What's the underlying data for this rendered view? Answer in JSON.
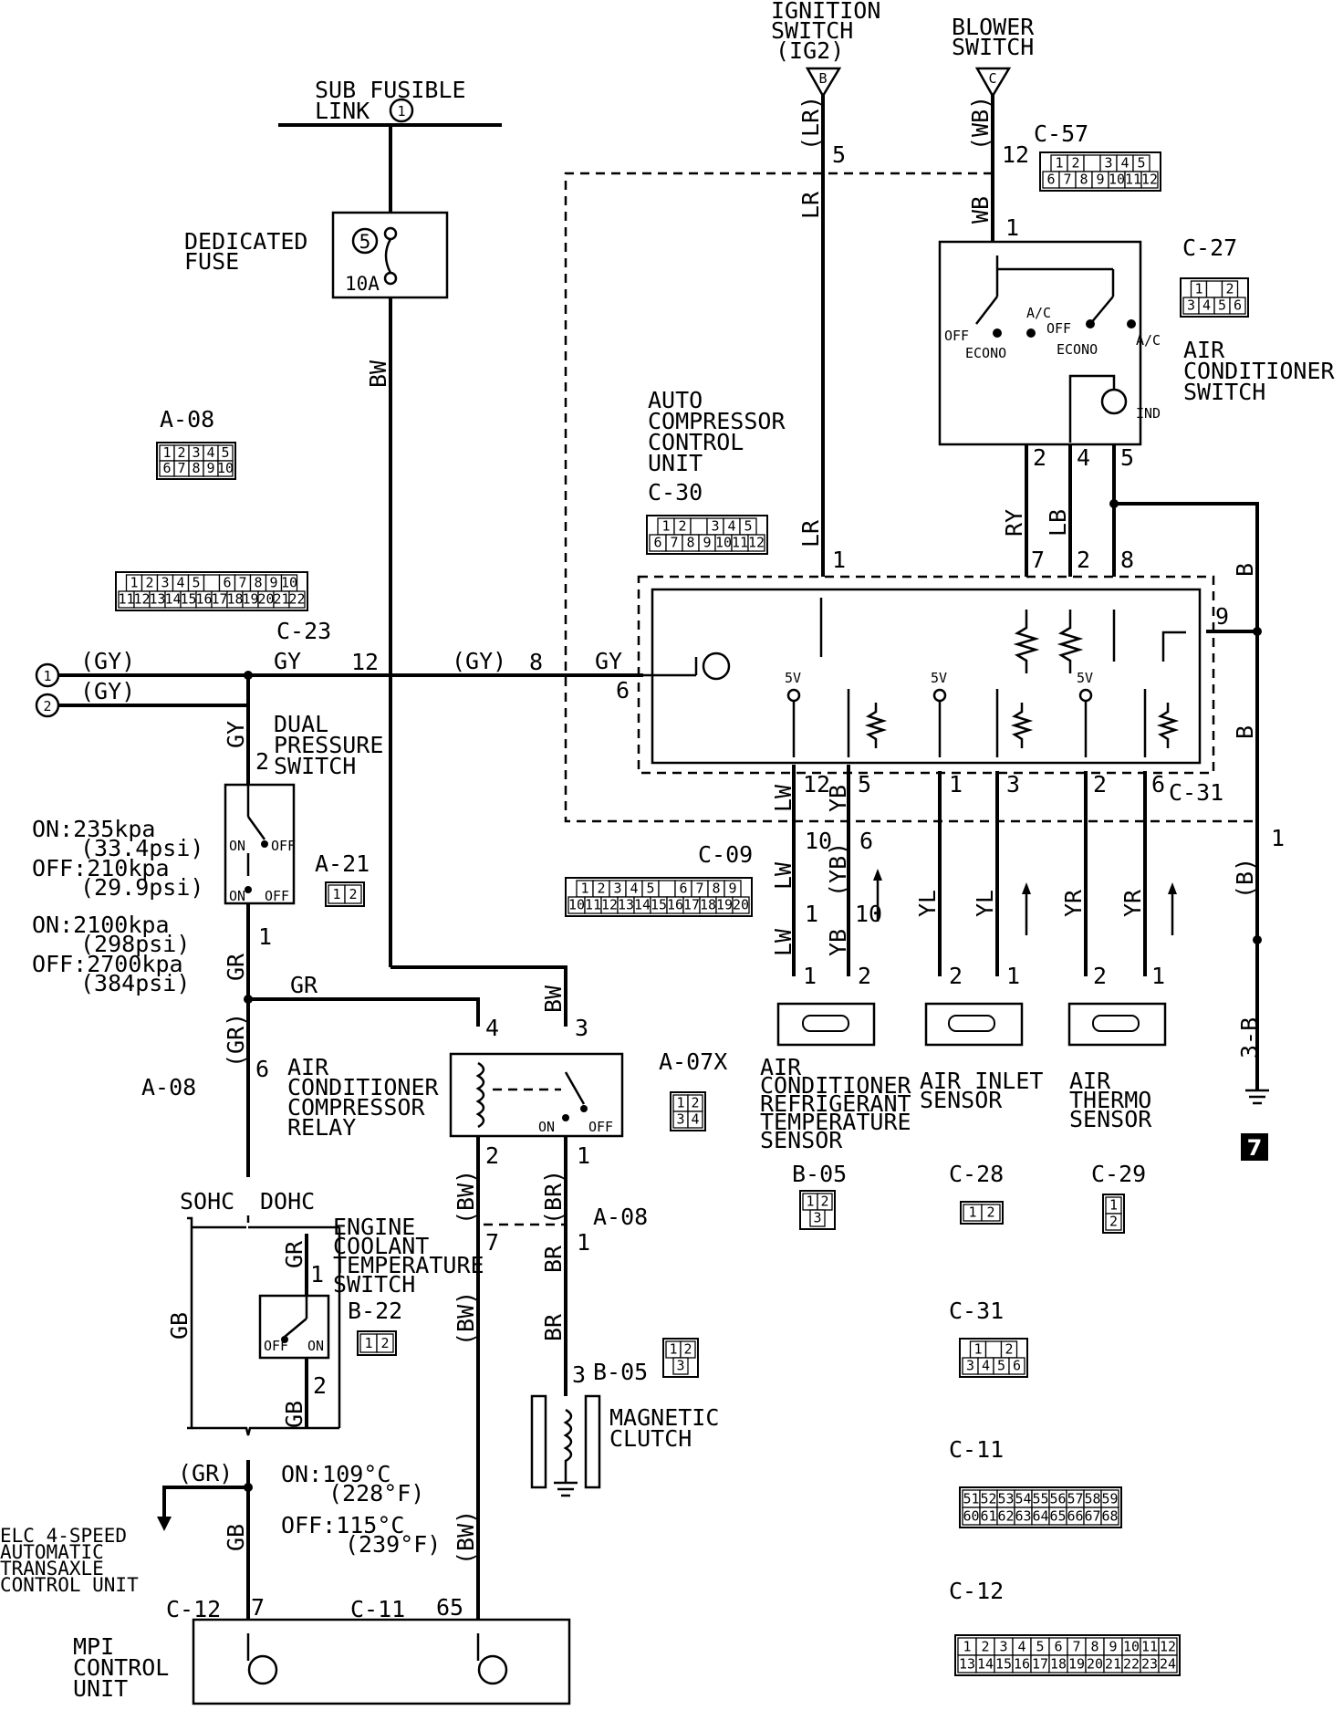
{
  "labels": {
    "ignition_switch": [
      "IGNITION",
      "SWITCH",
      "(IG2)"
    ],
    "ignition_terminal": "B",
    "blower_switch": [
      "BLOWER",
      "SWITCH"
    ],
    "blower_terminal": "C",
    "sub_fusible_link": [
      "SUB FUSIBLE",
      "LINK"
    ],
    "sub_fusible_link_num": "1",
    "dedicated_fuse": [
      "DEDICATED",
      "FUSE"
    ],
    "fuse_num": "5",
    "fuse_rating": "10A",
    "auto_compressor_unit": [
      "AUTO",
      "COMPRESSOR",
      "CONTROL",
      "UNIT"
    ],
    "ac_switch": [
      "AIR",
      "CONDITIONER",
      "SWITCH"
    ],
    "ac_switch_off1": "OFF",
    "ac_switch_ac1": "A/C",
    "ac_switch_econo1": "ECONO",
    "ac_switch_off2": "OFF",
    "ac_switch_econo2": "ECONO",
    "ac_switch_ac2": "A/C",
    "ac_switch_ind": "IND",
    "dual_pressure_switch": [
      "DUAL",
      "PRESSURE",
      "SWITCH"
    ],
    "dps_on": "ON",
    "dps_off": "OFF",
    "pressure_specs": [
      "ON:235kpa",
      "(33.4psi)",
      "OFF:210kpa",
      "(29.9psi)",
      "ON:2100kpa",
      "(298psi)",
      "OFF:2700kpa",
      "(384psi)"
    ],
    "ac_relay": [
      "AIR",
      "CONDITIONER",
      "COMPRESSOR",
      "RELAY"
    ],
    "relay_on": "ON",
    "relay_off": "OFF",
    "sohc": "SOHC",
    "dohc": "DOHC",
    "ect_switch": [
      "ENGINE",
      "COOLANT",
      "TEMPERATURE",
      "SWITCH"
    ],
    "ect_off": "OFF",
    "ect_on": "ON",
    "temp_specs": [
      "ON:109°C",
      "(228°F)",
      "OFF:115°C",
      "(239°F)"
    ],
    "elc": [
      "ELC 4-SPEED",
      "AUTOMATIC",
      "TRANSAXLE",
      "CONTROL UNIT"
    ],
    "mpi": [
      "MPI",
      "CONTROL",
      "UNIT"
    ],
    "magnetic_clutch": [
      "MAGNETIC",
      "CLUTCH"
    ],
    "refrig_sensor": [
      "AIR",
      "CONDITIONER",
      "REFRIGERANT",
      "TEMPERATURE",
      "SENSOR"
    ],
    "inlet_sensor": [
      "AIR INLET",
      "SENSOR"
    ],
    "thermo_sensor": [
      "AIR",
      "THERMO",
      "SENSOR"
    ],
    "ground_ref": "7",
    "five_v": "5V"
  },
  "connectors": {
    "c57": "C-57",
    "c27": "C-27",
    "c30": "C-30",
    "c23": "C-23",
    "a08": "A-08",
    "a21": "A-21",
    "c09": "C-09",
    "a07x": "A-07X",
    "b22": "B-22",
    "b05": "B-05",
    "c28": "C-28",
    "c29": "C-29",
    "c31": "C-31",
    "c11": "C-11",
    "c12": "C-12",
    "gnd": "3-B"
  },
  "wires": {
    "LR_paren": "(LR)",
    "LR": "LR",
    "WB_paren": "(WB)",
    "WB": "WB",
    "BW": "BW",
    "BW_paren": "(BW)",
    "GY": "GY",
    "GY_paren": "(GY)",
    "RY": "RY",
    "LB": "LB",
    "B": "B",
    "B_paren": "(B)",
    "LW": "LW",
    "YB": "YB",
    "YB_paren": "(YB)",
    "YL": "YL",
    "YR": "YR",
    "GR": "GR",
    "GR_paren": "(GR)",
    "BR": "BR",
    "BR_paren": "(BR)",
    "GB": "GB"
  },
  "pins": {
    "p5": "5",
    "p12": "12",
    "p1": "1",
    "p2": "2",
    "p4": "4",
    "p7": "7",
    "p6": "6",
    "p8": "8",
    "p9": "9",
    "p3": "3",
    "p10": "10",
    "p65": "65"
  },
  "connector_pins": {
    "c57_top": [
      "1",
      "2",
      "",
      "3",
      "4",
      "5"
    ],
    "c57_bot": [
      "6",
      "7",
      "8",
      "9",
      "10",
      "11",
      "12"
    ],
    "c27_top": [
      "1",
      "",
      "2"
    ],
    "c27_bot": [
      "3",
      "4",
      "5",
      "6"
    ],
    "a08_top": [
      "1",
      "2",
      "3",
      "4",
      "5"
    ],
    "a08_bot": [
      "6",
      "7",
      "8",
      "9",
      "10"
    ],
    "c30_top": [
      "1",
      "2",
      "",
      "3",
      "4",
      "5"
    ],
    "c30_bot": [
      "6",
      "7",
      "8",
      "9",
      "10",
      "11",
      "12"
    ],
    "c23_top": [
      "1",
      "2",
      "3",
      "4",
      "5",
      "",
      "6",
      "7",
      "8",
      "9",
      "10"
    ],
    "c23_bot": [
      "11",
      "12",
      "13",
      "14",
      "15",
      "16",
      "17",
      "18",
      "19",
      "20",
      "21",
      "22"
    ],
    "a21": [
      "1",
      "2"
    ],
    "c09_top": [
      "1",
      "2",
      "3",
      "4",
      "5",
      "",
      "6",
      "7",
      "8",
      "9"
    ],
    "c09_bot": [
      "10",
      "11",
      "12",
      "13",
      "14",
      "15",
      "16",
      "17",
      "18",
      "19",
      "20"
    ],
    "a07x": [
      "1",
      "2",
      "3",
      "4"
    ],
    "b22": [
      "1",
      "2"
    ],
    "b05": [
      "1",
      "2",
      "3"
    ],
    "c28": [
      "1",
      "2"
    ],
    "c29": [
      "1",
      "2"
    ],
    "c31_top": [
      "1",
      "",
      "2"
    ],
    "c31_bot": [
      "3",
      "4",
      "5",
      "6"
    ],
    "c11_top": [
      "51",
      "52",
      "53",
      "54",
      "55",
      "56",
      "57",
      "58",
      "59"
    ],
    "c11_bot": [
      "60",
      "61",
      "62",
      "63",
      "64",
      "65",
      "66",
      "67",
      "68"
    ],
    "c12_top": [
      "1",
      "2",
      "3",
      "4",
      "5",
      "6",
      "7",
      "8",
      "9",
      "10",
      "11",
      "12"
    ],
    "c12_bot": [
      "13",
      "14",
      "15",
      "16",
      "17",
      "18",
      "19",
      "20",
      "21",
      "22",
      "23",
      "24"
    ]
  }
}
